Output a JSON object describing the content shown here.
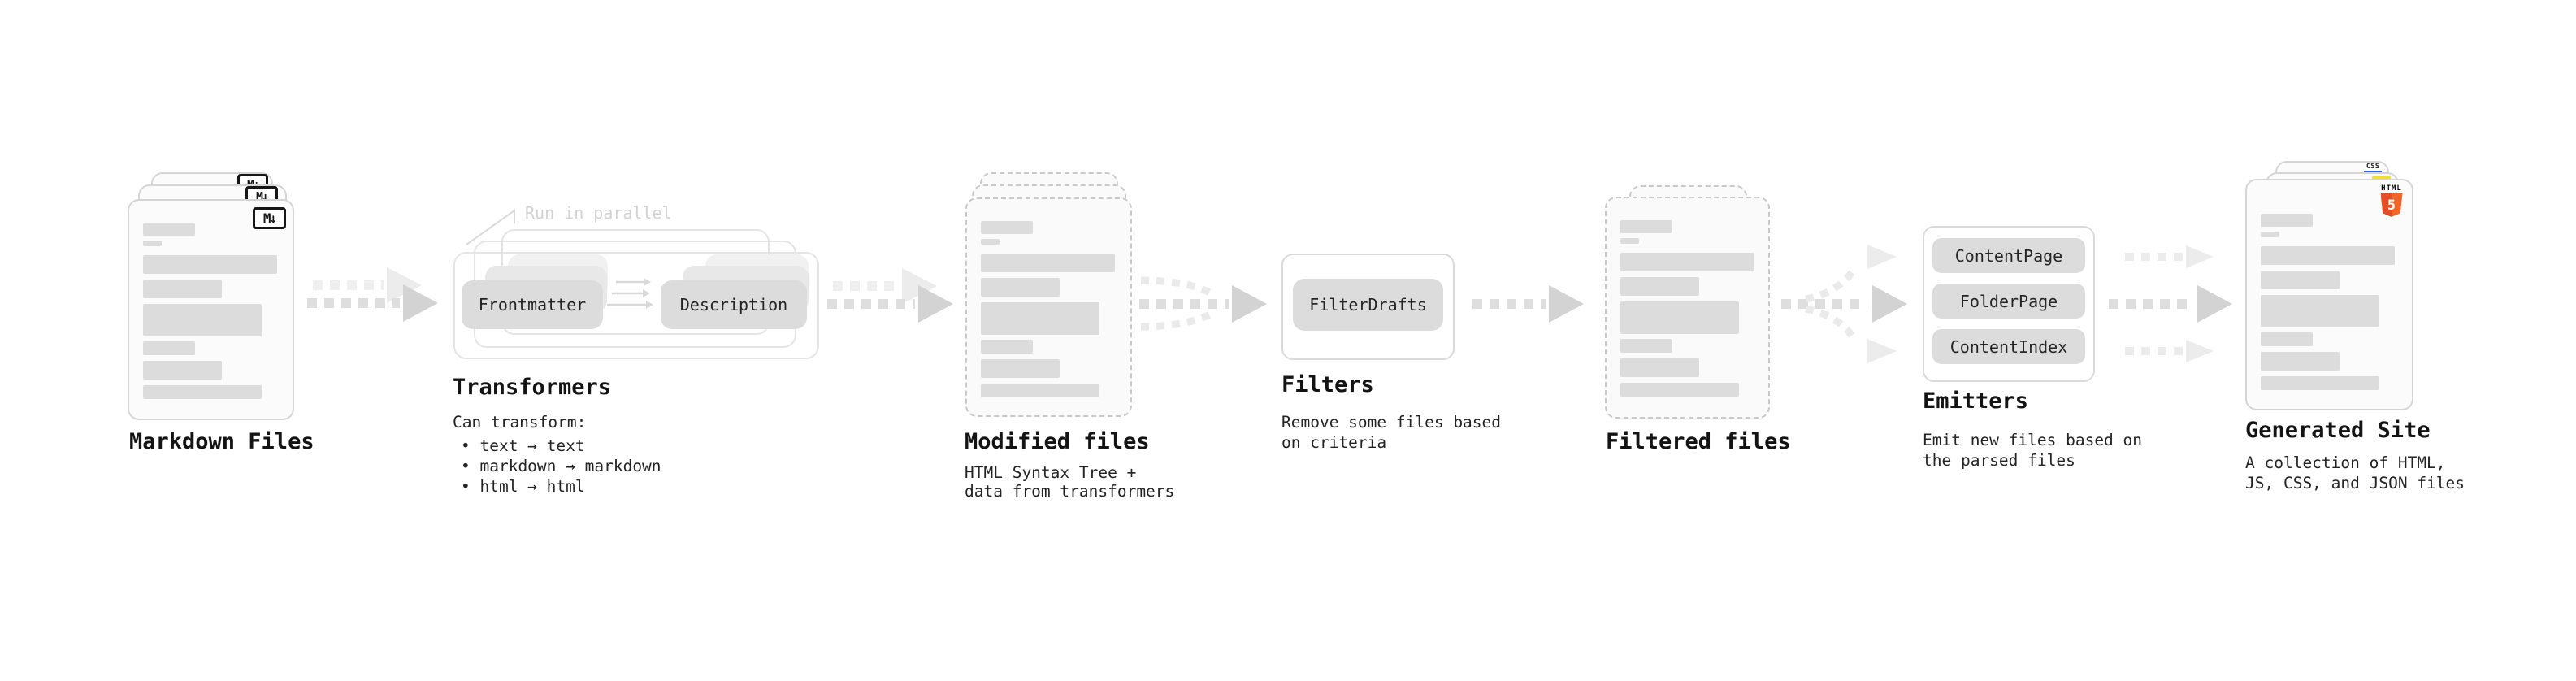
{
  "colors": {
    "html5_orange": "#e44d26",
    "html5_orange_light": "#f16529",
    "css_blue": "#2965f1",
    "js_yellow": "#f7df1e",
    "ink": "#141414",
    "faint_annotation": "#d2d2d2",
    "skeleton_bar": "#dcdcdc"
  },
  "markdown": {
    "label": "Markdown Files",
    "logo": "M↓"
  },
  "transformers": {
    "label": "Transformers",
    "annotation": "Run in parallel",
    "pill_left": "Frontmatter",
    "pill_right": "Description",
    "desc_heading": "Can transform:",
    "bullets": [
      "• text → text",
      "• markdown → markdown",
      "• html → html"
    ]
  },
  "modified": {
    "label": "Modified files",
    "desc_line1": "HTML Syntax Tree +",
    "desc_line2": "data from transformers"
  },
  "filters": {
    "label": "Filters",
    "pill": "FilterDrafts",
    "desc_line1": "Remove some files based",
    "desc_line2": "on criteria"
  },
  "filtered": {
    "label": "Filtered files"
  },
  "emitters": {
    "label": "Emitters",
    "pills": [
      "ContentPage",
      "FolderPage",
      "ContentIndex"
    ],
    "desc_line1": "Emit new files based on",
    "desc_line2": "the parsed files"
  },
  "generated": {
    "label": "Generated Site",
    "desc_line1": "A collection of HTML,",
    "desc_line2": "JS, CSS, and JSON files",
    "html_badge_word": "HTML",
    "html_badge_numeral": "5",
    "css_badge": "CSS"
  }
}
